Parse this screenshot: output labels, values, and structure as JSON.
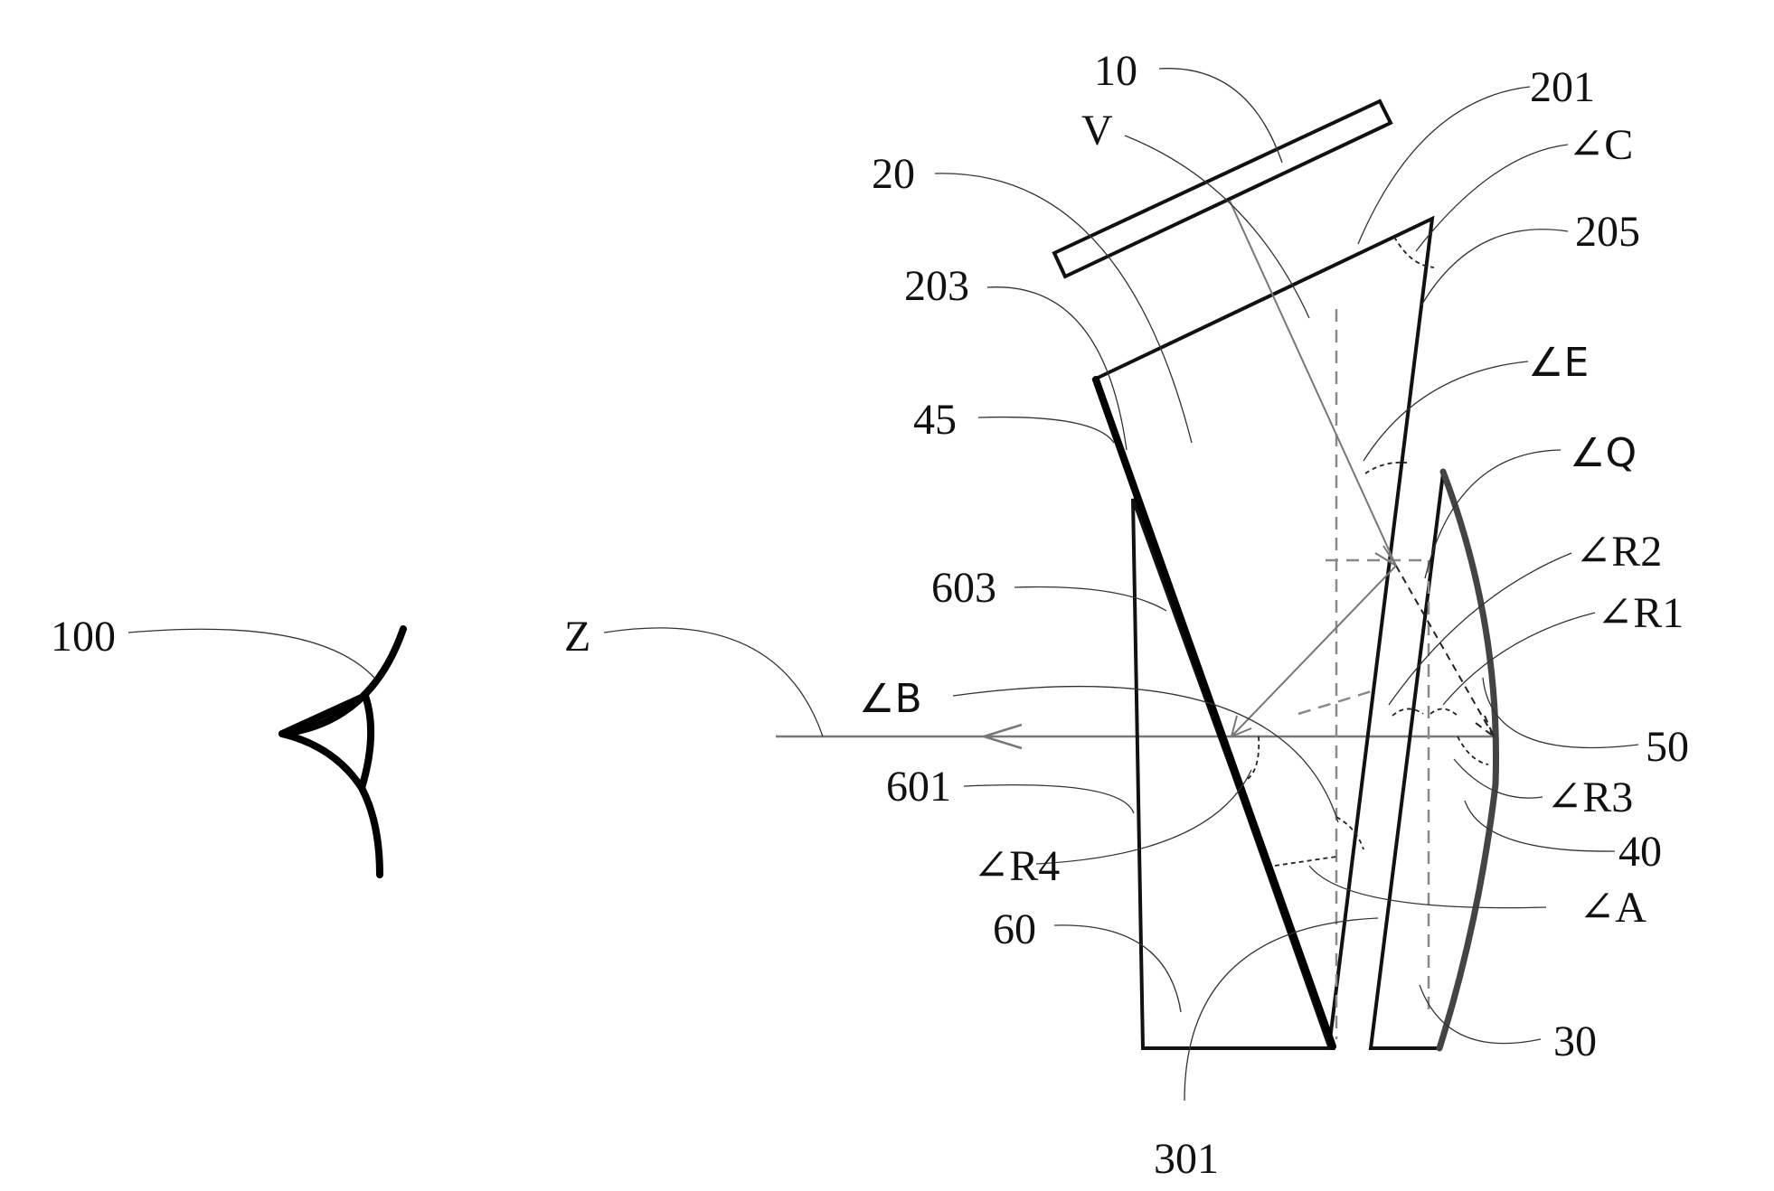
{
  "labels": {
    "l10": "10",
    "l201": "201",
    "lV": "V",
    "lC": "∠C",
    "l20": "20",
    "l205": "205",
    "l203": "203",
    "lE": "∠E",
    "l45": "45",
    "lQ": "∠Q",
    "lR2": "∠R2",
    "l603": "603",
    "lR1": "∠R1",
    "l100": "100",
    "lZ": "Z",
    "lB": "∠B",
    "l50": "50",
    "l601": "601",
    "lR3": "∠R3",
    "l40": "40",
    "lR4": "∠R4",
    "lA": "∠A",
    "l60": "60",
    "l30": "30",
    "l301": "301"
  }
}
